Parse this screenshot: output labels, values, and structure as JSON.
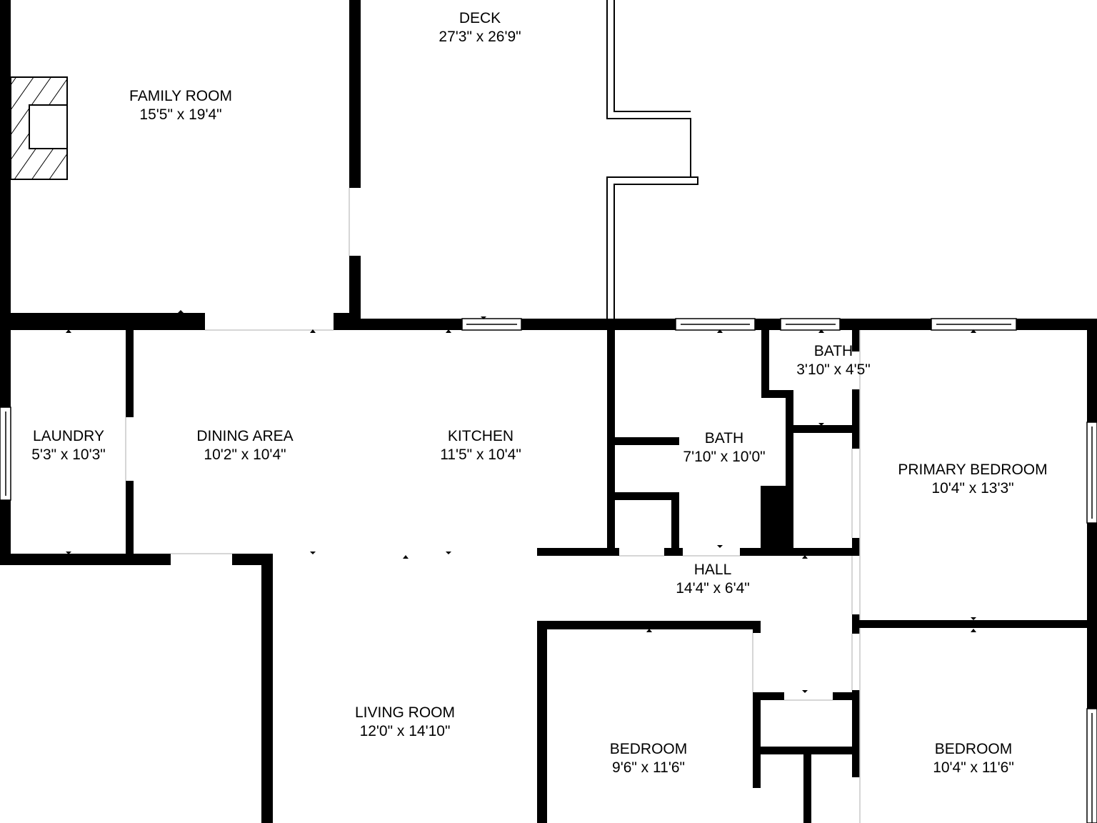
{
  "floor_plan": {
    "wall_color": "#000000",
    "background_color": "#ffffff",
    "opening_color": "#c8c8c8",
    "rooms": [
      {
        "name": "FAMILY ROOM",
        "dimensions": "15'5\" x 19'4\""
      },
      {
        "name": "DECK",
        "dimensions": "27'3\" x 26'9\""
      },
      {
        "name": "LAUNDRY",
        "dimensions": "5'3\" x 10'3\""
      },
      {
        "name": "DINING AREA",
        "dimensions": "10'2\" x 10'4\""
      },
      {
        "name": "KITCHEN",
        "dimensions": "11'5\" x 10'4\""
      },
      {
        "name": "BATH",
        "dimensions": "7'10\" x 10'0\""
      },
      {
        "name": "BATH",
        "dimensions": "3'10\" x 4'5\""
      },
      {
        "name": "PRIMARY BEDROOM",
        "dimensions": "10'4\" x 13'3\""
      },
      {
        "name": "HALL",
        "dimensions": "14'4\" x 6'4\""
      },
      {
        "name": "LIVING ROOM",
        "dimensions": "12'0\" x 14'10\""
      },
      {
        "name": "BEDROOM",
        "dimensions": "9'6\" x 11'6\""
      },
      {
        "name": "BEDROOM",
        "dimensions": "10'4\" x 11'6\""
      }
    ]
  }
}
